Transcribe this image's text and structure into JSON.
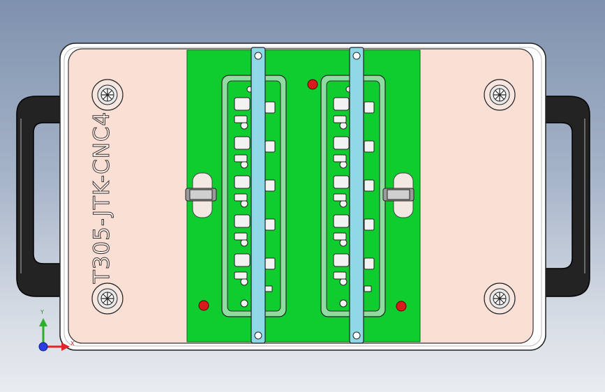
{
  "model": {
    "engraving": "T305-JTK-CNC4"
  },
  "triad": {
    "x_label": "X",
    "y_label": "Y"
  },
  "colors": {
    "background_top": "#7e91ad",
    "background_bottom": "#e9ecf0",
    "base_plate": "#ffffff",
    "top_plate": "#fadfd5",
    "insert_green": "#0fcd2f",
    "clamp_bar": "#8ed8e8",
    "handle": "#222222",
    "locating_pin": "#d81a1a",
    "x_axis": "#e0262c",
    "y_axis": "#2bb02b",
    "z_axis": "#2a3de0"
  }
}
